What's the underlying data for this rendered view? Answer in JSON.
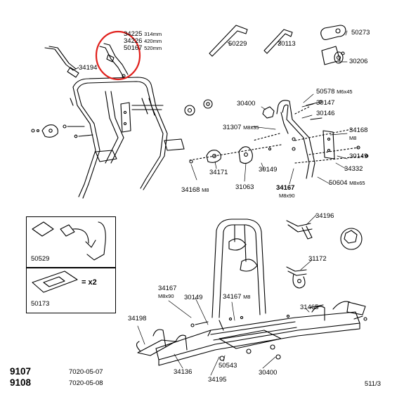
{
  "labels": {
    "p34225": "34225",
    "p34225s": "314mm",
    "p34226": "34226",
    "p34226s": "420mm",
    "p50167": "50167",
    "p50167s": "520mm",
    "p34194": "34194",
    "p50229": "50229",
    "p30113": "30113",
    "p50273": "50273",
    "p30206": "30206",
    "p30400a": "30400",
    "p50578": "50578",
    "p50578s": "M6x45",
    "p30147": "30147",
    "p30146": "30146",
    "p31307": "31307",
    "p31307s": "M8x35",
    "p34168a": "34168",
    "p34168as": "M8",
    "p30149a": "30149",
    "p34332": "34332",
    "p30149b": "30149",
    "p34171": "34171",
    "p31063": "31063",
    "p34168b": "34168",
    "p34168bs": "M8",
    "p34167a": "34167",
    "p34167as": "M8x90",
    "p50604": "50604",
    "p50604s": "M8x65",
    "p50529": "50529",
    "p50173": "50173",
    "x2": "= x2",
    "p34196": "34196",
    "p31172": "31172",
    "p34167b": "34167",
    "p34167bs": "M8x90",
    "p30149c": "30149",
    "p34167c": "34167",
    "p34167cs": "M8",
    "p31465": "31465",
    "p34198": "34198",
    "p34136": "34136",
    "p50543": "50543",
    "p34195": "34195",
    "p30400b": "30400"
  },
  "footer": {
    "model1": "9107",
    "date1": "7020-05-07",
    "model2": "9108",
    "date2": "7020-05-08",
    "page": "511/3"
  },
  "colors": {
    "highlight": "#e0201c",
    "line": "#000000"
  }
}
